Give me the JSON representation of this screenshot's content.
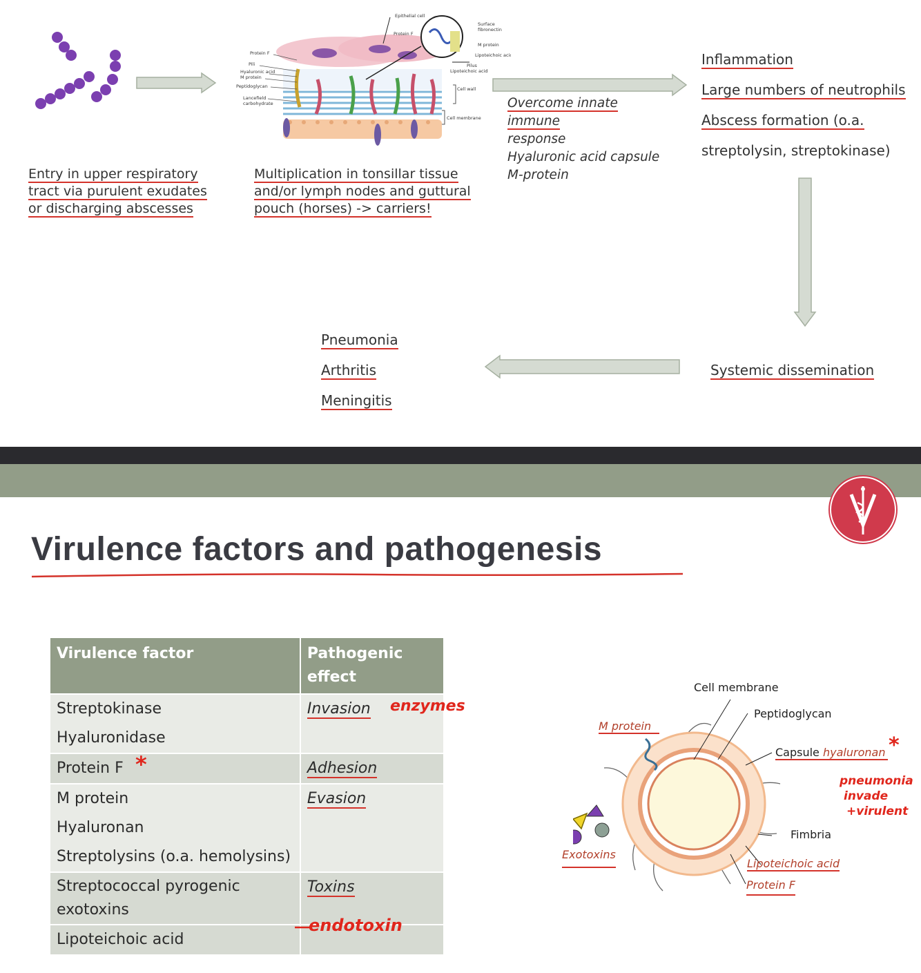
{
  "flow": {
    "entry_lines": [
      "Entry in upper respiratory",
      "tract via purulent exudates",
      "or discharging abscesses"
    ],
    "multiplication_lines": [
      "Multiplication in tonsillar tissue",
      "and/or lymph nodes and guttural",
      "pouch (horses) -> carriers!"
    ],
    "overcome_lines": [
      "Overcome innate immune",
      "response",
      "Hyaluronic acid capsule",
      "M-protein"
    ],
    "inflammation_lines": [
      "Inflammation",
      "Large numbers of neutrophils",
      "Abscess formation (o.a.",
      "streptolysin, streptokinase)"
    ],
    "systemic": "Systemic dissemination",
    "outcomes": [
      "Pneumonia",
      "Arthritis",
      "Meningitis"
    ]
  },
  "cell_wall_diagram": {
    "labels_left": [
      "Protein F",
      "Pili",
      "Hyaluronic acid",
      "M protein",
      "Peptidoglycan",
      "Lancefield",
      "carbohydrate"
    ],
    "labels_top": [
      "Epithelial cell",
      "Protein F"
    ],
    "labels_right": [
      "Surface",
      "fibronectin",
      "M protein",
      "Lipoteichoic acid",
      "Pilus",
      "Lipoteichoic acid",
      "Cell wall",
      "Cell membrane"
    ]
  },
  "slide": {
    "title": "Virulence factors and pathogenesis",
    "table": {
      "headers": [
        "Virulence factor",
        "Pathogenic effect"
      ],
      "rows": [
        {
          "factor": "Streptokinase",
          "effect": "Invasion"
        },
        {
          "factor": "Hyaluronidase",
          "effect": ""
        },
        {
          "factor": "Protein F",
          "effect": "Adhesion"
        },
        {
          "factor": "M protein",
          "effect": "Evasion"
        },
        {
          "factor": "Hyaluronan",
          "effect": ""
        },
        {
          "factor": "Streptolysins (o.a. hemolysins)",
          "effect": ""
        },
        {
          "factor": "Streptococcal pyrogenic exotoxins",
          "effect": "Toxins"
        },
        {
          "factor": "Lipoteichoic acid",
          "effect": ""
        }
      ]
    },
    "handwriting": {
      "enzymes": "enzymes",
      "endotoxin": "endotoxin",
      "star": "*",
      "note_lines": [
        "pneumonia",
        "invade",
        "+virulent"
      ]
    },
    "cell_diagram": {
      "cell_membrane": "Cell membrane",
      "peptidoglycan": "Peptidoglycan",
      "m_protein": "M protein",
      "capsule": "Capsule",
      "capsule_note": "hyaluronan",
      "fimbria": "Fimbria",
      "exotoxins": "Exotoxins",
      "lipoteichoic_acid": "Lipoteichoic acid",
      "protein_f": "Protein F"
    }
  },
  "colors": {
    "band_dark": "#2a2a2e",
    "band_green": "#929d88",
    "logo_red": "#d03a4c",
    "annotation_red": "#e0261c",
    "bacteria_purple": "#7b3fb0"
  }
}
